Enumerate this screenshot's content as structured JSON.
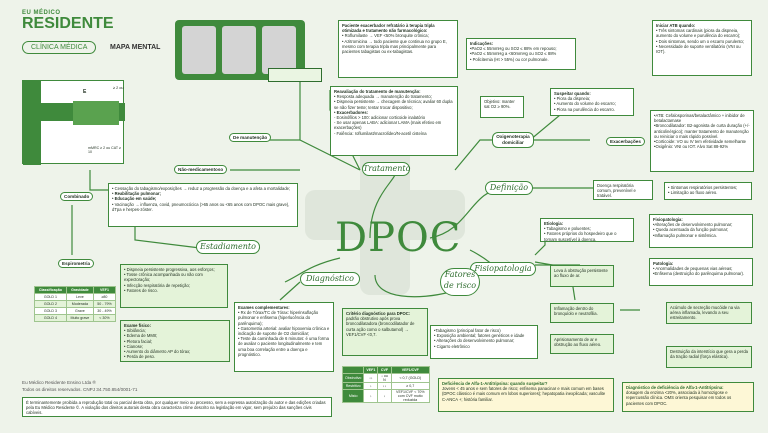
{
  "brand": {
    "top": "EU MÉDICO",
    "main": "RESIDENTE",
    "pill": "CLÍNICA MÉDICA",
    "map": "MAPA MENTAL"
  },
  "center": "DPOC",
  "nodes": {
    "tratamento": "Tratamento",
    "definicao": "Definição",
    "fisiopatologia": "Fisiopatologia",
    "estadiamento": "Estadiamento",
    "diagnostico": "Diagnóstico",
    "fatores": "Fatores de risco"
  },
  "labels": {
    "manutencao": "De manutenção",
    "nao_med": "Não-medicamentoso",
    "combinado": "Combinado",
    "espirometria": "Espirometria",
    "oxigeno": "Oxigenoterapia domiciliar",
    "exacerb": "Exacerbações",
    "etiologia": "Etiologia",
    "fisiopat": "Fisiopatologia",
    "patologia": "Patologia"
  },
  "exac_box": {
    "title": "Paciente exacerbador refratário à terapia tripla otimizada e tratamento não farmacológico:",
    "items": [
      "• Roflumilaste → VEF <50% bronquite crônica;",
      "• Azitromicina → todo paciente que continua no grupo E, mesmo com terapia tripla mas principalmente para pacientes tabagistas ou ex-tabagistas."
    ]
  },
  "reval_box": {
    "title": "Reavaliação do tratamento de manutenção:",
    "items": [
      "• Resposta adequada → manutenção do tratamento;",
      "• Dispneia persistente → checagem de técnica; avaliar 60 dupla se não fizer teste; tentar trocar dispositivo;",
      "• Exacerbadores:",
      "- Eosinófilos > 100: adicionar corticoide inalatório",
      "- Se usar apenas LABA: adicionar LAMA (mais efetivo em exacerbações)",
      "- Falência: roflumilast/macrolídeo/N-acetil cisteína"
    ]
  },
  "indic_box": {
    "title": "Indicações:",
    "items": [
      "•PaO2 ≤ 55mmHg ou SO2 ≤ 88% em repouso;",
      "•PaO2 ≤ 55mmHg a <60mmHg ou SO2 ≤ 88%",
      "• Policitemia (Ht > 55%) ou cor pulmonale."
    ]
  },
  "oxy_goal": "Objetivo: manter sat O2 ≥ 90%.",
  "suspeita": {
    "title": "Suspeitar quando:",
    "items": [
      "• Piora da dispneia;",
      "• Aumento do volume do escarro;",
      "• Piora na purulência do escarro."
    ]
  },
  "atb": {
    "title": "Iniciar ATB quando:",
    "items": [
      "• Três sintomas cardinais (piora da dispneia, aumento do volume e purulência do escarro);",
      "• Dois sintomas, sendo um o escarro purulento;",
      "• Necessidade de suporte ventilatório (VNI ou IOT)."
    ]
  },
  "abx_box": {
    "items": [
      "•ATB: Cefalosporinas/betalactâmico + inibidor de betalactamase",
      "•Broncodilatador: B2-agonista de curta duração (+/- anticolinérgico); manter tratamento de manutenção ou reiniciar o mais rápido possível.",
      "•Corticoide: VO ou IV tem efetividade semelhante",
      "•Oxigênio: VNI ou IOT. Alvo Sat 88-92%"
    ]
  },
  "naomed": {
    "items": [
      "• Cessação do tabagismo/exposições → reduz a progressão da doença e a afeta a mortalidade;",
      "• Reabilitação pulmonar;",
      "• Educação em saúde;",
      "• Vacinação → influenza, covid, pneumocócica (>65 anos ou <65 anos com DPOC mais grave), dTpa e herpes-zóster."
    ]
  },
  "definicao": {
    "main": "Doença respiratória comum, prevenível e tratável.",
    "items": [
      "• Sintomas respiratórios persistentes;",
      "• Limitação ao fluxo aéreo."
    ]
  },
  "etiologia": {
    "title": "Etiologia:",
    "items": [
      "• Tabagismo e poluentes;",
      "• Fatores próprios do hospedeiro que o tornam suscetível à doença."
    ]
  },
  "fisiopatologia": {
    "title": "Fisiopatologia:",
    "items": [
      "•Alterações de desenvolvimento pulmonar;",
      "• Queda acentuada da função pulmonar;",
      "•Inflamação pulmonar e sistêmica."
    ]
  },
  "patologia": {
    "title": "Patologia:",
    "items": [
      "• Anormalidades de pequenas vias aéreas;",
      "•Enfisema (destruição do parênquima pulmonar)."
    ]
  },
  "mech": [
    "Leva à obstrução persistente ao fluxo de ar.",
    "Inflamação dentro do bronquíolo e neutrofilia.",
    "Acúmulo de secreção mucóide na via aérea inflamada, levando a seu estreitamento.",
    "Aprisionamento de ar e obstrução ao fluxo aéreo.",
    "Destruição da interstício que gera a perda da tração radial (força elástica)."
  ],
  "fatores": {
    "items": [
      "•Tabagismo (principal fator de risco)",
      "• Exposição ambiental; fatores genéticos e idade",
      "• Alterações do desenvolvimento pulmonar;",
      "• Cigarro eletrônico"
    ]
  },
  "alfa1": {
    "title": "Deficiência de Alfa-1-Antitripsina: quando suspeitar?",
    "text": "Jovens < 45 anos e sem fatores de risco; enfisema panacinar e mais comum em bases (DPOC clássico é mais comum em lobos superiores); hepatopatia inexplicada; vasculite C-ANCA +; história familiar."
  },
  "alfa1dx": {
    "title": "Diagnóstico de deficiência de Alfa-1-Antitripsina:",
    "text": "dosagem da enzima <20%, associada à homozigose e repercussão clínica. OMS orienta pesquisar em todos os pacientes com DPOC."
  },
  "criterio": {
    "title": "Critério diagnóstico para DPOC:",
    "text": "padrão obstrutivo após prova broncodilatadora (broncodilatador de curta ação como o salbutamol) → VEF1/CVF <0,7."
  },
  "dx_left": {
    "items": [
      "• Dispneia persistente progressiva, aos esforços;",
      "• Tosse crônica acompanhada ou não com expectoração;",
      "• Infecção respiratória de repetição;",
      "• Fatores de risco."
    ]
  },
  "exame": {
    "title": "Exame físico:",
    "items": [
      "• Sibilância;",
      "• Edema de MMII;",
      "• Pletora facial;",
      "• Cianose;",
      "• Aumento do diâmetro AP do tórax;",
      "• Perda de peso."
    ]
  },
  "complementares": {
    "title": "Exames complementares:",
    "items": [
      "• Rx de Tórax/TC de Tórax: hiperinsuflação pulmonar e enfisema (hiperlucência do parênquima);",
      "• Gasometria arterial: avaliar hipoxemia crônica e indicação de suporte de O2 domiciliar;",
      "• Teste da caminhada de 6 minutos: é uma forma de avaliar o paciente longitudinalmente e tem uma boa correlação entre a doença e prognóstico."
    ]
  },
  "gold": {
    "headers": [
      "Classificação",
      "Gravidade",
      "VEF1"
    ],
    "rows": [
      [
        "GOLD 1",
        "Leve",
        "≥80"
      ],
      [
        "GOLD 2",
        "Moderada",
        "50 - 79%"
      ],
      [
        "GOLD 3",
        "Grave",
        "30 - 49%"
      ],
      [
        "GOLD 4",
        "Muito grave",
        "< 30%"
      ]
    ]
  },
  "vef": {
    "headers": [
      "",
      "VEF1",
      "CVF",
      "VEF1/CVF"
    ],
    "rows": [
      [
        "Obstrutivo",
        "↓↓",
        "↓ ou N",
        "< 0,7 (GOLD)"
      ],
      [
        "Restritivo",
        "↓",
        "↓↓",
        "≥ 0,7"
      ],
      [
        "Misto",
        "↓",
        "↓",
        "VEF1/CVF < 70% com CVF muito reduzida"
      ]
    ]
  },
  "estad_grid": {
    "e": "E",
    "note": "≥ 2 ou",
    "mmrc": "mMRC ≥ 2 ou CAT ≥ 10"
  },
  "footer": {
    "line1": "Eu Médico Residente Ensino Ltda ®",
    "line2": "Todos os direitos reservados. CNPJ 34.750.854/0001-71",
    "disclaimer": "É terminantemente proibida a reprodução total ou parcial desta obra, por qualquer meio ou processo, sem a expressa autorização do autor e das edições criadas pela Eu Médico Residente ©. A violação dos direitos autorais desta obra caracteriza crime descrito na legislação em vigor, sem prejuízo das sanções civis cabíveis."
  },
  "colors": {
    "green": "#3f8a3c",
    "dark": "#2f6d2f",
    "light": "#e4f3d9",
    "yellow": "#fdf7d6"
  }
}
